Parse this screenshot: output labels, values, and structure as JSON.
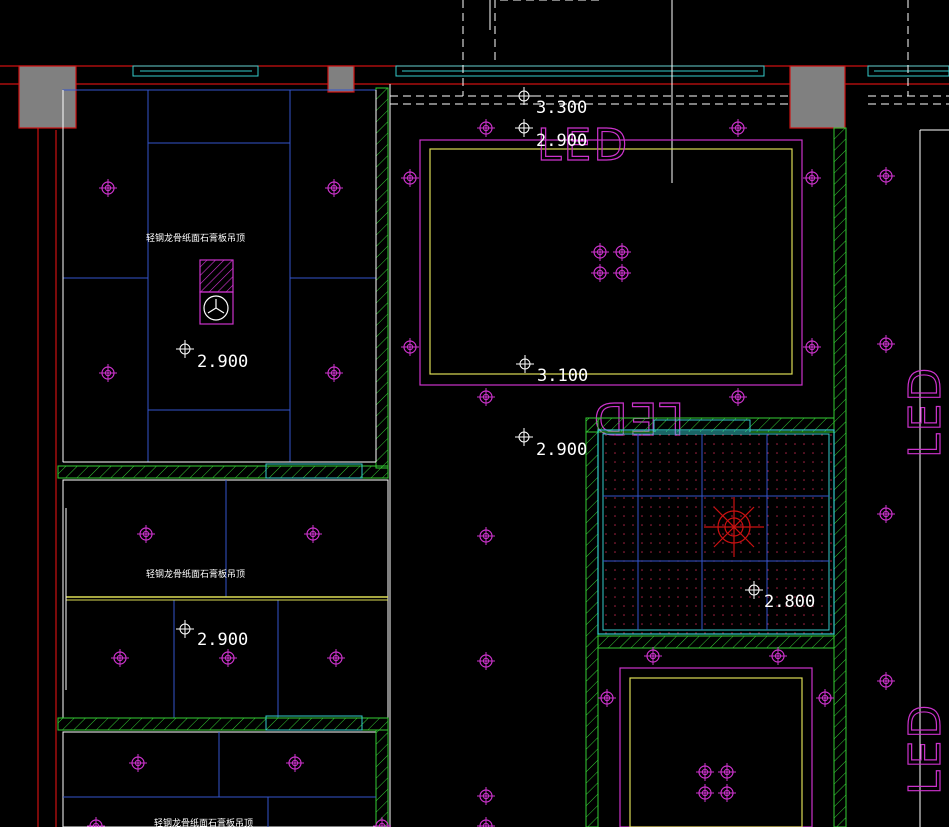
{
  "colors": {
    "background": "#000000",
    "wall_red": "#cc1111",
    "column_gray": "#808080",
    "hatch_green": "#33cc33",
    "grid_blue": "#3355cc",
    "cyan": "#33cccc",
    "magenta": "#cc33cc",
    "yellow": "#dddd55",
    "white": "#ffffff"
  },
  "elevations": [
    {
      "id": "elev-1",
      "text": "3.300"
    },
    {
      "id": "elev-2",
      "text": "2.900"
    },
    {
      "id": "elev-3",
      "text": "2.900"
    },
    {
      "id": "elev-4",
      "text": "3.100"
    },
    {
      "id": "elev-5",
      "text": "2.900"
    },
    {
      "id": "elev-6",
      "text": "2.900"
    },
    {
      "id": "elev-7",
      "text": "2.800"
    }
  ],
  "notes": {
    "room1": "轻钢龙骨纸面石膏板吊顶",
    "room2": "轻钢龙骨纸面石膏板吊顶",
    "room3": "轻钢龙骨纸面石膏板吊顶"
  },
  "led_labels": {
    "top": "LED",
    "middle": "LED",
    "right_upper": "LED",
    "right_lower": "LED"
  },
  "icons": {
    "downlight": "downlight-icon",
    "elevation_marker": "elevation-marker-icon",
    "exhaust_fan": "exhaust-fan-icon",
    "ceiling_fixture": "ceiling-fixture-icon"
  }
}
